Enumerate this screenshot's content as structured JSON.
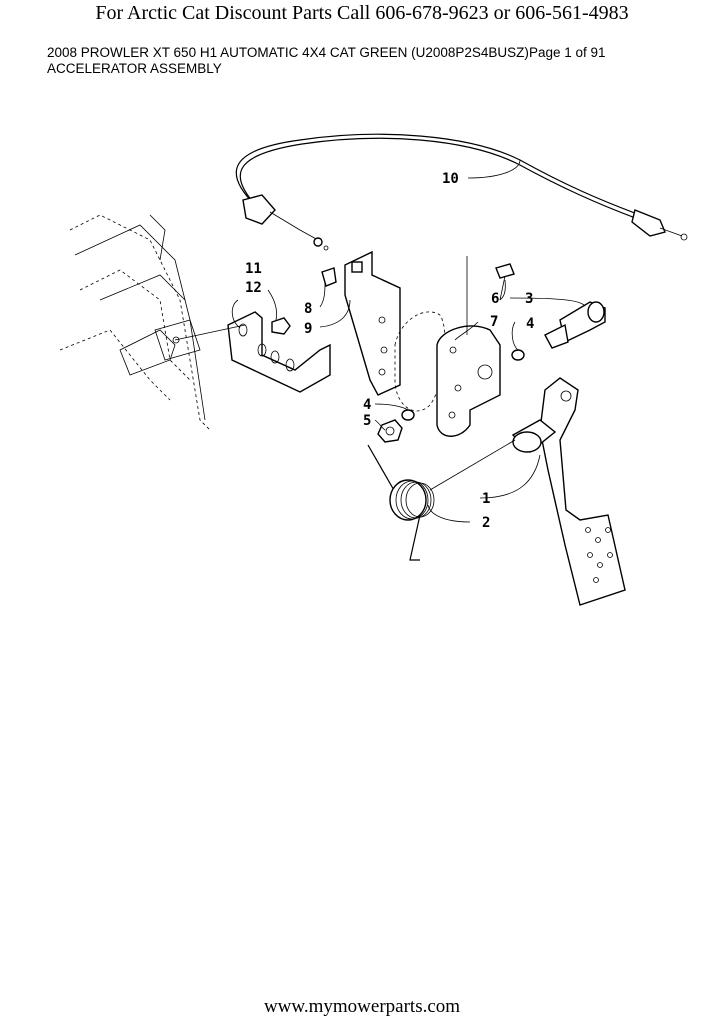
{
  "banner": "For Arctic Cat Discount Parts Call 606-678-9623 or 606-561-4983",
  "header": {
    "model": "2008 PROWLER XT 650 H1 AUTOMATIC 4X4 CAT GREEN (U2008P2S4BUSZ)",
    "page": "Page 1 of 91",
    "section": "ACCELERATOR ASSEMBLY"
  },
  "callouts": {
    "c1": "1",
    "c2": "2",
    "c3": "3",
    "c4a": "4",
    "c4b": "4",
    "c5": "5",
    "c6": "6",
    "c7": "7",
    "c8": "8",
    "c9": "9",
    "c10": "10",
    "c11": "11",
    "c12": "12"
  },
  "footer": "www.mymowerparts.com"
}
